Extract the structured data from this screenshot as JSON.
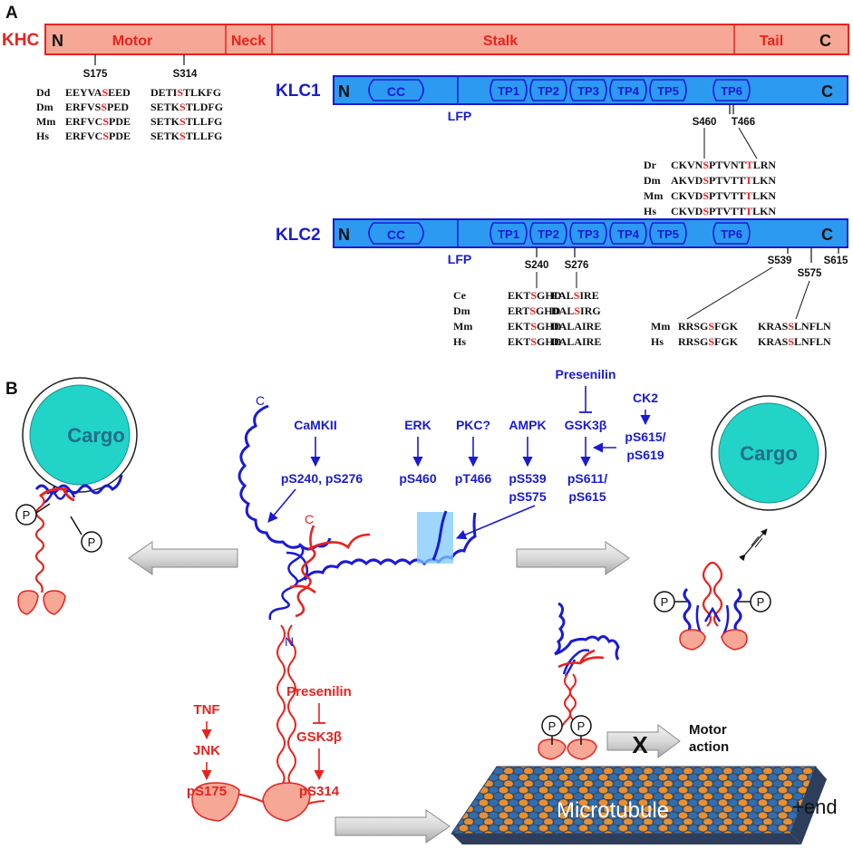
{
  "panel_a": {
    "label": "A",
    "khc": {
      "name": "KHC",
      "n": "N",
      "c": "C",
      "domains": [
        "Motor",
        "Neck",
        "Stalk",
        "Tail"
      ],
      "sites": [
        "S175",
        "S314"
      ],
      "alignment": [
        {
          "sp": "Dd",
          "s1a": "EEYVA",
          "s1r": "S",
          "s1b": "EED",
          "s2a": "DETI",
          "s2r": "S",
          "s2b": "TLKFG"
        },
        {
          "sp": "Dm",
          "s1a": "ERFVS",
          "s1r": "S",
          "s1b": "PED",
          "s2a": "SETK",
          "s2r": "S",
          "s2b": "TLDFG"
        },
        {
          "sp": "Mm",
          "s1a": "ERFVC",
          "s1r": "S",
          "s1b": "PDE",
          "s2a": "SETK",
          "s2r": "S",
          "s2b": "TLLFG"
        },
        {
          "sp": "Hs",
          "s1a": "ERFVC",
          "s1r": "S",
          "s1b": "PDE",
          "s2a": "SETK",
          "s2r": "S",
          "s2b": "TLLFG"
        }
      ]
    },
    "klc1": {
      "name": "KLC1",
      "n": "N",
      "c": "C",
      "cc": "CC",
      "lfp": "LFP",
      "tprs": [
        "TP1",
        "TP2",
        "TP3",
        "TP4",
        "TP5",
        "TP6"
      ],
      "sites": [
        "S460",
        "T466"
      ],
      "alignment": [
        {
          "sp": "Dr",
          "a": "CKVN",
          "r1": "S",
          "b": "PTVNT",
          "r2": "T",
          "c": "LRN"
        },
        {
          "sp": "Dm",
          "a": "AKVD",
          "r1": "S",
          "b": "PTVTT",
          "r2": "T",
          "c": "LKN"
        },
        {
          "sp": "Mm",
          "a": "CKVD",
          "r1": "S",
          "b": "PTVTT",
          "r2": "T",
          "c": "LKN"
        },
        {
          "sp": "Hs",
          "a": "CKVD",
          "r1": "S",
          "b": "PTVTT",
          "r2": "T",
          "c": "LKN"
        }
      ]
    },
    "klc2": {
      "name": "KLC2",
      "n": "N",
      "c": "C",
      "cc": "CC",
      "lfp": "LFP",
      "tprs": [
        "TP1",
        "TP2",
        "TP3",
        "TP4",
        "TP5",
        "TP6"
      ],
      "sites": [
        "S240",
        "S276",
        "S539",
        "S575",
        "S615"
      ],
      "alignment_left": [
        {
          "sp": "Ce",
          "a": "EKT",
          "r": "S",
          "b": "GHD",
          "c": "EAL",
          "r2": "S",
          "d": "IRE"
        },
        {
          "sp": "Dm",
          "a": "ERT",
          "r": "S",
          "b": "GHD",
          "c": "DAL",
          "r2": "S",
          "d": "IRG"
        },
        {
          "sp": "Mm",
          "a": "EKT",
          "r": "S",
          "b": "GHD",
          "c": "DALAIRE",
          "r2": "",
          "d": ""
        },
        {
          "sp": "Hs",
          "a": "EKT",
          "r": "S",
          "b": "GHD",
          "c": "DALAIRE",
          "r2": "",
          "d": ""
        }
      ],
      "alignment_right": [
        {
          "sp": "Mm",
          "a": "RRSG",
          "r": "S",
          "b": "FGK",
          "c": "KRAS",
          "r2": "S",
          "d": "LNFLN"
        },
        {
          "sp": "Hs",
          "a": "RRSG",
          "r": "S",
          "b": "FGK",
          "c": "KRAS",
          "r2": "S",
          "d": "LNFLN"
        }
      ]
    }
  },
  "panel_b": {
    "label": "B",
    "cargo": "Cargo",
    "p": "P",
    "c_label": "C",
    "n_label": "N",
    "klc_kinases": [
      {
        "kinase": "CaMKII",
        "site": "pS240, pS276"
      },
      {
        "kinase": "ERK",
        "site": "pS460"
      },
      {
        "kinase": "PKC?",
        "site": "pT466"
      },
      {
        "kinase": "AMPK",
        "site": "pS539",
        "site2": "pS575"
      },
      {
        "kinase": "GSK3β",
        "site": "pS611/",
        "site2": "pS615"
      }
    ],
    "presenilin_top": "Presenilin",
    "ck2": {
      "kinase": "CK2",
      "site": "pS615/",
      "site2": "pS619"
    },
    "khc_tnf": {
      "a": "TNF",
      "b": "JNK",
      "c": "pS175"
    },
    "khc_presenilin": {
      "a": "Presenilin",
      "b": "GSK3β",
      "c": "pS314"
    },
    "microtubule": "Microtubule",
    "plus_end": "+end",
    "x_mark": "X",
    "motor_action": [
      "Motor",
      "action"
    ]
  },
  "colors": {
    "khc_fill": "#f6a796",
    "khc_stroke": "#e8231f",
    "klc_fill": "#2b9af0",
    "klc_stroke": "#1a1ad6",
    "cargo": "#22d3c7",
    "mt_blue": "#2f6fb0",
    "mt_orange": "#e8902f"
  }
}
